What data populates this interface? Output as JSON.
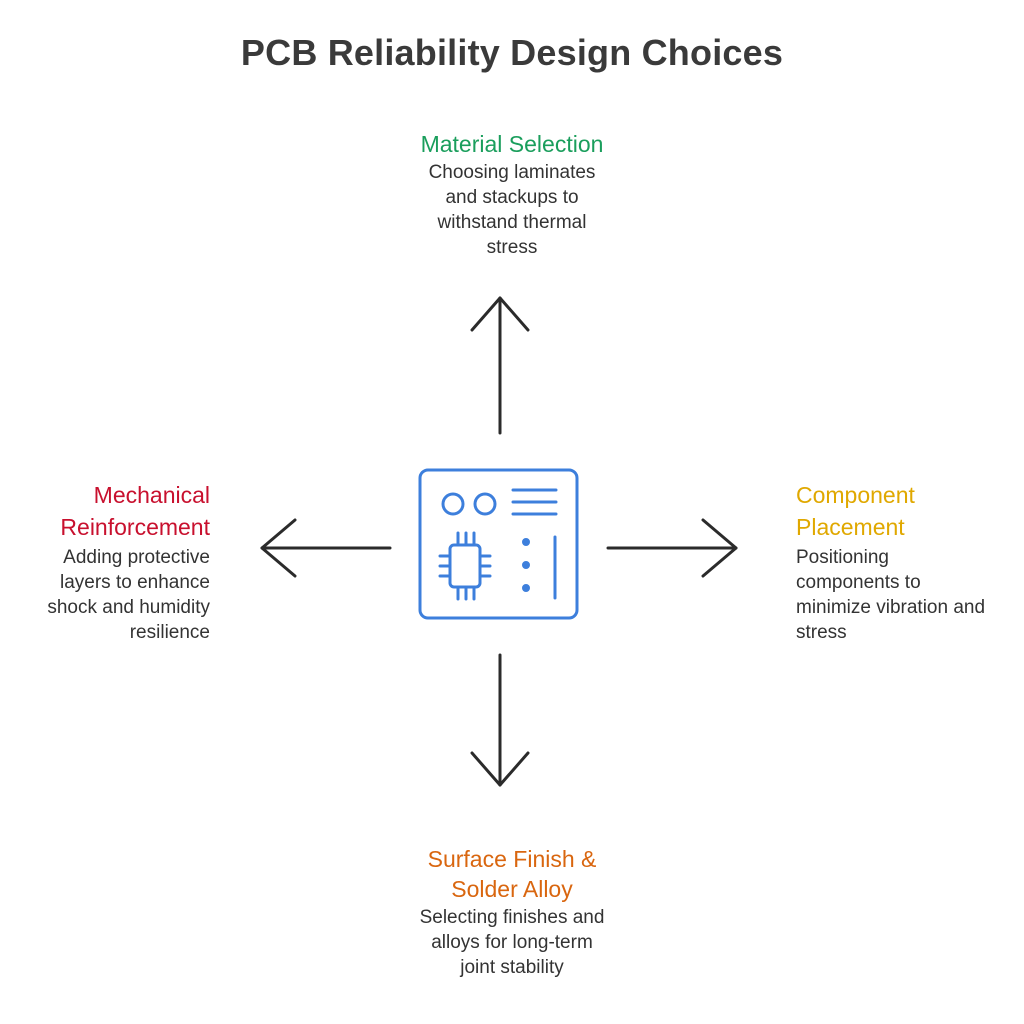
{
  "title": "PCB Reliability Design Choices",
  "nodes": {
    "top": {
      "title": "Material Selection",
      "lines": [
        "Choosing laminates",
        "and stackups to",
        "withstand thermal",
        "stress"
      ],
      "color": "#1a9e5c"
    },
    "left": {
      "title_lines": [
        "Mechanical",
        "Reinforcement"
      ],
      "lines": [
        "Adding protective",
        "layers to enhance",
        "shock and humidity",
        "resilience"
      ],
      "color": "#c8102e"
    },
    "right": {
      "title_lines": [
        "Component",
        "Placement"
      ],
      "lines": [
        "Positioning",
        "components to",
        "minimize vibration and",
        "stress"
      ],
      "color": "#e0a800"
    },
    "bottom": {
      "title_lines": [
        "Surface Finish &",
        "Solder Alloy"
      ],
      "lines": [
        "Selecting finishes and",
        "alloys for long-term",
        "joint stability"
      ],
      "color": "#d9660f"
    }
  },
  "center_icon": {
    "name": "circuit-board-icon",
    "color": "#3d7fdc"
  },
  "arrow_color": "#2b2b2b"
}
